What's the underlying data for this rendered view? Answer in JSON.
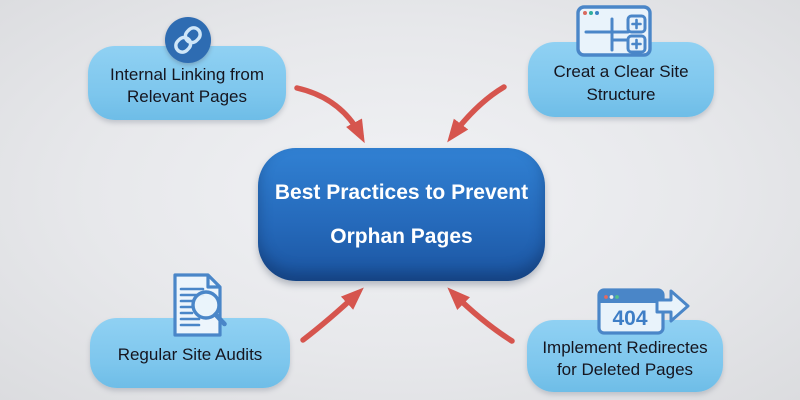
{
  "title": {
    "line1": "Best Practices to Prevent",
    "line2": "Orphan Pages"
  },
  "nodes": {
    "top_left": {
      "line1": "Internal Linking from",
      "line2": "Relevant Pages",
      "icon": "chain-link-icon"
    },
    "top_right": {
      "line1": "Creat a Clear Site",
      "line2": "Structure",
      "icon": "site-structure-icon"
    },
    "bottom_left": {
      "line1": "Regular Site Audits",
      "icon": "site-audit-icon"
    },
    "bottom_right": {
      "line1": "Implement Redirectes",
      "line2": "for Deleted Pages",
      "icon": "error-404-redirect-icon",
      "icon_label": "404"
    }
  },
  "colors": {
    "background": "#e8e9ec",
    "center_box_top": "#3181d3",
    "center_box_bottom": "#1b55a1",
    "node_box": "#7dc6ed",
    "arrow": "#d6554e",
    "icon_stroke": "#4a86c8",
    "badge_circle": "#2e6cb2",
    "center_text": "#ffffff",
    "node_text": "#15151f"
  }
}
